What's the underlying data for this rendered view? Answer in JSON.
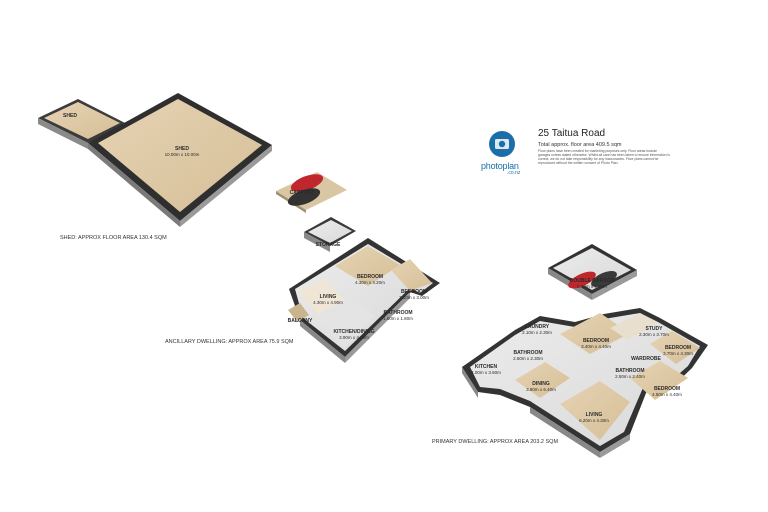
{
  "brand": {
    "title": "25 Taitua Road",
    "area": "Total approx. floor area 409.5 sqm",
    "disclaimer": "Floor plans have been created for marketing purposes only. Floor areas include garages unless stated otherwise. Whilst all care has been taken to ensure information is correct, we do not take responsibility for any inaccuracies. Floor plans cannot be reproduced without the written consent of Photo Plan.",
    "wordmark": "photoplan",
    "domain": ".co.nz",
    "accent": "#1a6fa8"
  },
  "captions": {
    "shed": "SHED: APPROX FLOOR AREA 130.4 SQM",
    "ancillary": "ANCILLARY DWELLING: APPROX AREA 75.9 SQM",
    "primary": "PRIMARY DWELLING: APPROX AREA 203.2 SQM"
  },
  "shed": {
    "small": {
      "name": "SHED",
      "dims": ""
    },
    "large": {
      "name": "SHED",
      "dims": "10.00m x 10.00m"
    }
  },
  "ancillary": {
    "carport": "CARPORT",
    "storage": "STORAGE",
    "bedroom1": {
      "name": "BEDROOM",
      "dims": "4.30m x 4.20m"
    },
    "bedroom2": {
      "name": "BEDROOM",
      "dims": "3.10m x 3.00m"
    },
    "living": {
      "name": "LIVING",
      "dims": "4.30m x 4.90m"
    },
    "bathroom": {
      "name": "BATHROOM",
      "dims": "1.60m x 1.80m"
    },
    "kitchen": {
      "name": "KITCHEN/DINING",
      "dims": "3.90m x 4.00m"
    },
    "balcony": "BALCONY"
  },
  "primary": {
    "garage": {
      "name": "DOUBLE GARAGE",
      "dims": "5.70m x 5.70m"
    },
    "laundry": {
      "name": "LAUNDRY",
      "dims": "2.10m x 2.30m"
    },
    "bedroom_mid": {
      "name": "BEDROOM",
      "dims": "3.40m x 4.40m"
    },
    "study": {
      "name": "STUDY",
      "dims": "2.30m x 3.70m"
    },
    "bedroom_right": {
      "name": "BEDROOM",
      "dims": "3.70m x 4.30m"
    },
    "wardrobe": "WARDROBE",
    "bathroom_left": {
      "name": "BATHROOM",
      "dims": "2.50m x 2.30m"
    },
    "bathroom_right": {
      "name": "BATHROOM",
      "dims": "2.50m x 2.40m"
    },
    "kitchen": {
      "name": "KITCHEN",
      "dims": "4.00m x 3.60m"
    },
    "dining": {
      "name": "DINING",
      "dims": "3.80m x 6.40m"
    },
    "bedroom_main": {
      "name": "BEDROOM",
      "dims": "4.50m x 4.40m"
    },
    "living": {
      "name": "LIVING",
      "dims": "6.20m x 4.30m"
    }
  }
}
